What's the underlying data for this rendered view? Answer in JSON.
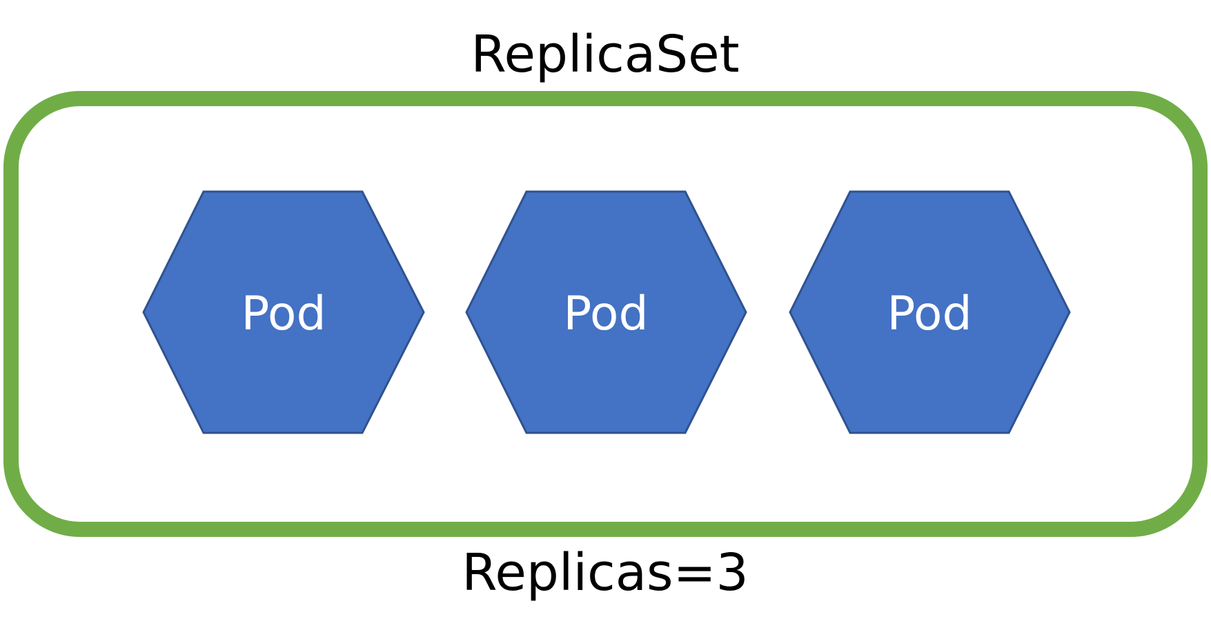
{
  "diagram": {
    "title": "ReplicaSet",
    "footer": "Replicas=3",
    "pods": [
      {
        "label": "Pod"
      },
      {
        "label": "Pod"
      },
      {
        "label": "Pod"
      }
    ]
  },
  "colors": {
    "container_border": "#70ad47",
    "pod_fill": "#4472c4",
    "pod_border": "#2f528f",
    "pod_text": "#ffffff",
    "text": "#000000",
    "background": "#ffffff"
  }
}
